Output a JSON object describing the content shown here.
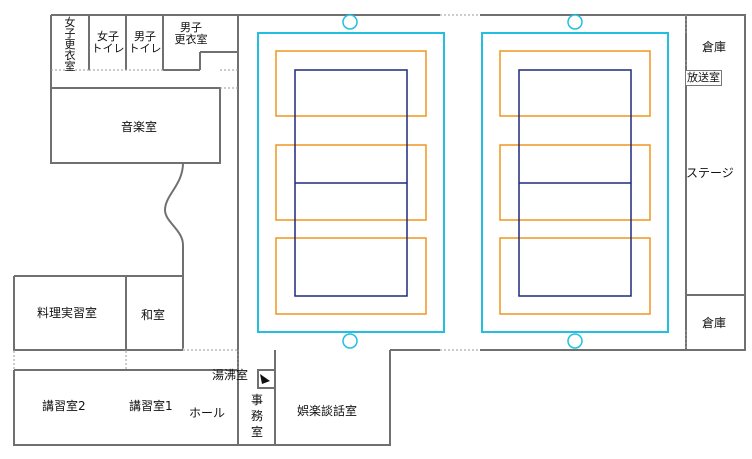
{
  "rooms": {
    "womens_changing": "女子更衣室",
    "womens_toilet": [
      "女子",
      "トイレ"
    ],
    "mens_toilet": [
      "男子",
      "トイレ"
    ],
    "mens_changing": [
      "男子",
      "更衣室"
    ],
    "music_room": "音楽室",
    "storage_top": "倉庫",
    "broadcast_room": "放送室",
    "stage": "ステージ",
    "storage_bottom": "倉庫",
    "cooking_room": "料理実習室",
    "japanese_room": "和室",
    "boiler_room": "湯沸室",
    "lecture_room_2": "講習室2",
    "lecture_room_1": "講習室1",
    "hall": "ホール",
    "office": "事務室",
    "lounge": "娯楽談話室"
  },
  "colors": {
    "wall": "#707070",
    "court_outer": "#22bfe0",
    "court_middle": "#f0961e",
    "court_inner": "#1e2a7a",
    "door_dash": "#9a9a9a"
  }
}
